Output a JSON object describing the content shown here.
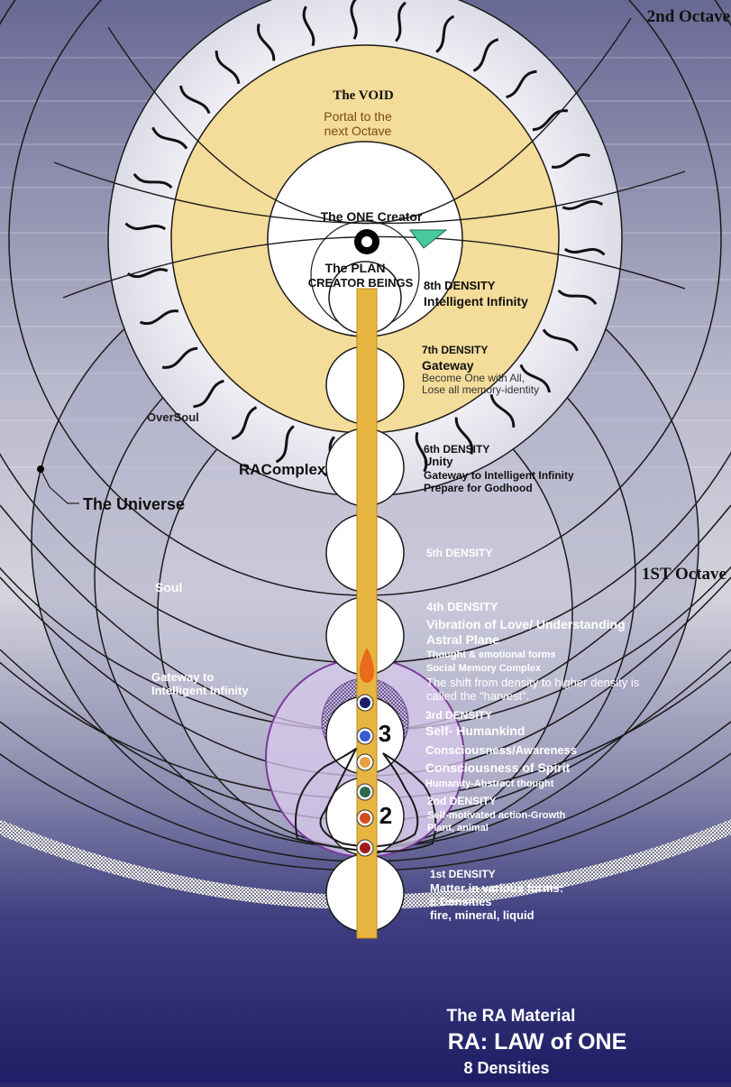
{
  "octave_labels": {
    "second": "2nd Octave",
    "first": "1ST Octave"
  },
  "void": {
    "title": "The VOID",
    "line1": "Portal to the",
    "line2": "next Octave"
  },
  "creator": {
    "title": "The ONE Creator",
    "plan1": "The PLAN",
    "plan2": "CREATOR BEINGS"
  },
  "side_labels": {
    "oversoul": "OverSoul",
    "racomplex": "RAComplex",
    "universe": "The Universe",
    "soul": "Soul",
    "gateway1": "Gateway to",
    "gateway2": "Intelligent Infinity"
  },
  "density_numbers": [
    "1",
    "2",
    "3",
    "4",
    "5",
    "6",
    "7",
    "8"
  ],
  "densities": {
    "d8": {
      "title": "8th DENSITY",
      "lines": [
        "Intelligent Infinity"
      ]
    },
    "d7": {
      "title": "7th DENSITY",
      "lines": [
        "Gateway",
        "Become One with All,",
        "Lose all memory-identity"
      ]
    },
    "d6": {
      "title": "6th DENSITY",
      "lines": [
        "Unity",
        "Gateway to Intelligent Infinity",
        "Prepare for Godhood"
      ]
    },
    "d5": {
      "title": "5th DENSITY",
      "lines": []
    },
    "d4": {
      "title": "4th DENSITY",
      "lines": [
        "Vibration of Love/  Understanding",
        "Astral Plane",
        "Thought & emotional forms",
        "Social Memory Complex",
        "The shift from density to higher density is",
        "called the “harvest”."
      ]
    },
    "d3": {
      "title": "3rd DENSITY",
      "lines": [
        "Self- Humankind",
        "Consciousness/Awareness",
        "Consciousness of Spirit",
        "Humanity-Abstract thought"
      ]
    },
    "d2": {
      "title": "2nd DENSITY",
      "lines": [
        "Self-motivated action-Growth",
        "Plant, animal"
      ]
    },
    "d1": {
      "title": "1st DENSITY",
      "lines": [
        "Matter in various forms:",
        "8 Densities",
        "fire, mineral, liquid"
      ]
    }
  },
  "footer": {
    "line1": "The RA Material",
    "line2": "RA: LAW of ONE",
    "line3": "8 Densities"
  },
  "colors": {
    "sky_top": "#5b5b8e",
    "sky_mid": "#d8d8e4",
    "sky_bottom": "#23236a",
    "void_yellow": "#f4dc9a",
    "pillar": "#e8b640",
    "rings": "#1a1a1a",
    "white": "#ffffff"
  },
  "chakra_colors": [
    "#a01c1c",
    "#d84a1a",
    "#2a6a4a",
    "#e8a040",
    "#3a5ad0",
    "#1c1c6a"
  ]
}
